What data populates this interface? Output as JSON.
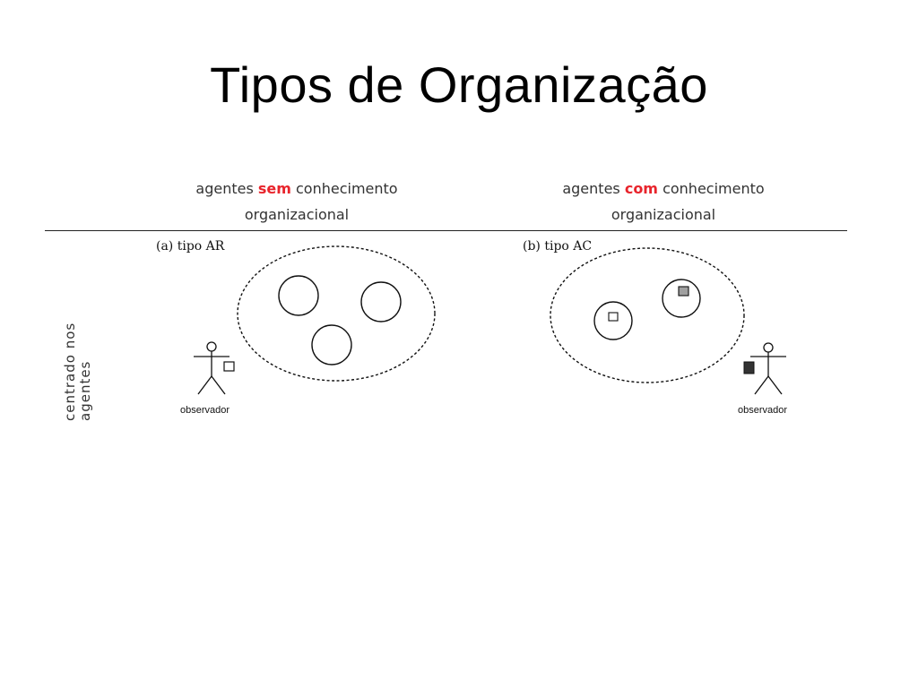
{
  "slide": {
    "title": "Tipos de Organização"
  },
  "columns": {
    "left": {
      "prefix": "agentes ",
      "keyword": "sem",
      "suffix": " conhecimento",
      "line2": "organizacional"
    },
    "right": {
      "prefix": "agentes ",
      "keyword": "com",
      "suffix": " conhecimento",
      "line2": "organizacional"
    }
  },
  "row_label": {
    "line1": "centrado nos",
    "line2": "agentes"
  },
  "panels": {
    "a": {
      "label": "(a) tipo AR",
      "observer_label": "observador"
    },
    "b": {
      "label": "(b) tipo AC",
      "observer_label": "observador"
    }
  },
  "colors": {
    "keyword": "#e8242c",
    "header_text": "#333333",
    "gray_square": "#a0a0a0",
    "dark_square": "#333333"
  }
}
